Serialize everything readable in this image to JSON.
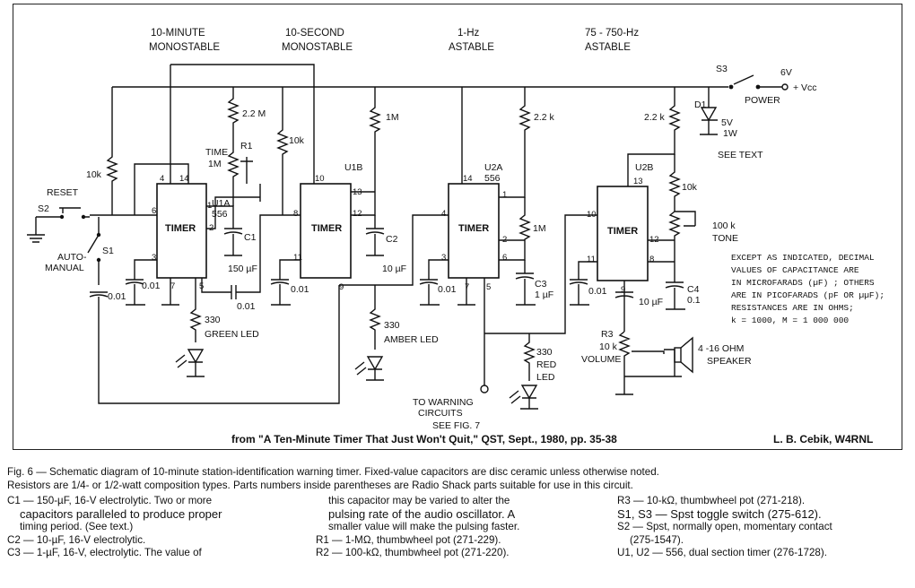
{
  "headers": {
    "ten_min": [
      "10-MINUTE",
      "MONOSTABLE"
    ],
    "ten_sec": [
      "10-SECOND",
      "MONOSTABLE"
    ],
    "one_hz": [
      "1-Hz",
      "ASTABLE"
    ],
    "audio": [
      "75 - 750-Hz",
      "ASTABLE"
    ]
  },
  "timer_label": "TIMER",
  "chips": {
    "u1a": [
      "U1A",
      "556"
    ],
    "u1b": "U1B",
    "u2a": [
      "U2A",
      "556"
    ],
    "u2b": "U2B"
  },
  "parts": {
    "reset": "RESET",
    "s2": "S2",
    "automanual": [
      "AUTO-",
      "MANUAL"
    ],
    "s1": "S1",
    "r10k_a": "10k",
    "r22m": "2.2 M",
    "time_r1": [
      "TIME",
      "R1",
      "1M"
    ],
    "r10k_b": "10k",
    "r1m_b": "1M",
    "r22k_a": "2.2 k",
    "r1m_c": "1M",
    "r22k_b": "2.2 k",
    "r10k_c": "10k",
    "tone": [
      "100 k",
      "TONE"
    ],
    "c1": [
      "C1",
      "150 µF"
    ],
    "c2": [
      "C2",
      "10 µF"
    ],
    "c3": [
      "C3",
      "1 µF"
    ],
    "c4": [
      "C4",
      "0.1"
    ],
    "c_vol": "10 µF",
    "c001": "0.01",
    "green": [
      "330",
      "GREEN LED"
    ],
    "amber": [
      "330",
      "AMBER LED"
    ],
    "red": [
      "330",
      "RED",
      "LED"
    ],
    "r3": [
      "R3",
      "10 k",
      "VOLUME"
    ],
    "speaker": [
      "4 -16 OHM",
      "SPEAKER"
    ],
    "s3": "S3",
    "power": "POWER",
    "six_v": "6V",
    "vcc": "+ Vcc",
    "d1": "D1",
    "zener": [
      "5V",
      "1W"
    ],
    "see_text": "SEE TEXT",
    "warning": [
      "TO WARNING",
      "CIRCUITS",
      "SEE FIG. 7"
    ]
  },
  "notes": [
    "EXCEPT AS INDICATED, DECIMAL",
    "VALUES OF CAPACITANCE  ARE",
    "IN  MICROFARADS (µF) ; OTHERS",
    "ARE IN PICOFARADS (pF OR µµF);",
    "RESISTANCES  ARE  IN  OHMS;",
    "k = 1000, M = 1 000 000"
  ],
  "source_line": "from \"A Ten-Minute Timer That Just Won't Quit,\" QST, Sept., 1980, pp. 35-38",
  "author": "L. B. Cebik, W4RNL",
  "caption": {
    "head1": "Fig. 6 — Schematic diagram of 10-minute station-identification warning timer. Fixed-value capacitors are disc ceramic unless otherwise noted.",
    "head2": "Resistors are 1/4- or 1/2-watt composition types. Parts numbers inside parentheses are Radio Shack parts suitable for use in this circuit.",
    "col1": [
      "C1 — 150-µF, 16-V electrolytic. Two or more",
      "capacitors paralleled to produce proper",
      "timing period. (See text.)",
      "C2 — 10-µF, 16-V electrolytic.",
      "C3 — 1-µF, 16-V, electrolytic. The value of"
    ],
    "col2": [
      "this capacitor may be varied to alter the",
      "pulsing rate of the audio oscillator. A",
      "smaller value will make the pulsing faster.",
      "R1 — 1-MΩ, thumbwheel pot (271-229).",
      "R2 — 100-kΩ, thumbwheel pot (271-220)."
    ],
    "col3": [
      "R3 — 10-kΩ, thumbwheel pot (271-218).",
      "S1, S3 — Spst toggle switch (275-612).",
      "S2 — Spst, normally open, momentary contact",
      "(275-1547).",
      "U1, U2 — 556, dual section timer (276-1728)."
    ]
  }
}
